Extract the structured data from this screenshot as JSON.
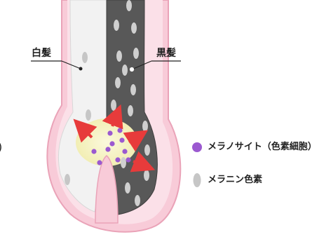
{
  "labels": {
    "white_hair": "白髪",
    "black_hair": "黒髪"
  },
  "legend": {
    "melanocyte": "メラノサイト（色素細胞）",
    "melanin": "メラニン色素"
  },
  "colors": {
    "follicle_pink": "#f6bfcf",
    "follicle_outline": "#e9a2b6",
    "white_shaft": "#f3f3f3",
    "black_shaft": "#5a5a5a",
    "bulb_yellow": "#f7f4c8",
    "melanocyte_purple": "#9b59d0",
    "melanin_gray": "#c9c9c9",
    "arrow_red": "#e73b3b"
  },
  "icons": {
    "melanocyte": "purple-dot-icon",
    "melanin": "gray-oval-icon"
  }
}
